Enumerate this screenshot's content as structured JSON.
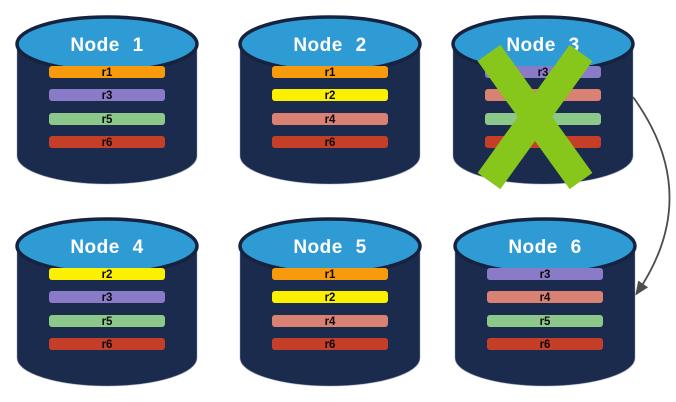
{
  "diagram": {
    "type": "replica-distribution-across-nodes",
    "nodes": [
      {
        "label": "Node 1",
        "failed": false,
        "replicas": [
          {
            "name": "r1",
            "color": "#F79A0B"
          },
          {
            "name": "r3",
            "color": "#8A7BC8"
          },
          {
            "name": "r5",
            "color": "#8DC88B"
          },
          {
            "name": "r6",
            "color": "#C43E28"
          }
        ]
      },
      {
        "label": "Node 2",
        "failed": false,
        "replicas": [
          {
            "name": "r1",
            "color": "#F79A0B"
          },
          {
            "name": "r2",
            "color": "#FBF000"
          },
          {
            "name": "r4",
            "color": "#D98173"
          },
          {
            "name": "r6",
            "color": "#C43E28"
          }
        ]
      },
      {
        "label": "Node 3",
        "failed": true,
        "replicas": [
          {
            "name": "r3",
            "color": "#8A7BC8"
          },
          {
            "name": "r4",
            "color": "#D98173"
          },
          {
            "name": "r5",
            "color": "#8DC88B"
          },
          {
            "name": "r6",
            "color": "#C43E28"
          }
        ]
      },
      {
        "label": "Node 4",
        "failed": false,
        "replicas": [
          {
            "name": "r2",
            "color": "#FBF000"
          },
          {
            "name": "r3",
            "color": "#8A7BC8"
          },
          {
            "name": "r5",
            "color": "#8DC88B"
          },
          {
            "name": "r6",
            "color": "#C43E28"
          }
        ]
      },
      {
        "label": "Node 5",
        "failed": false,
        "replicas": [
          {
            "name": "r1",
            "color": "#F79A0B"
          },
          {
            "name": "r2",
            "color": "#FBF000"
          },
          {
            "name": "r4",
            "color": "#D98173"
          },
          {
            "name": "r6",
            "color": "#C43E28"
          }
        ]
      },
      {
        "label": "Node 6",
        "failed": false,
        "replicas": [
          {
            "name": "r3",
            "color": "#8A7BC8"
          },
          {
            "name": "r4",
            "color": "#D98173"
          },
          {
            "name": "r5",
            "color": "#8DC88B"
          },
          {
            "name": "r6",
            "color": "#C43E28"
          }
        ]
      }
    ],
    "colors": {
      "cylinder_body": "#1B2B4D",
      "cylinder_top": "#2F9BD5",
      "cylinder_top_stroke": "#15233F",
      "node_label_text": "#FFFFFF",
      "replica_label_text": "#0A0A0A",
      "failure_x": "#87C71B",
      "arrow": "#4D4D4D"
    },
    "failure": {
      "node": "Node 3",
      "marker": "green-x"
    },
    "arrow": {
      "from": "Node 3",
      "to": "Node 6"
    }
  }
}
